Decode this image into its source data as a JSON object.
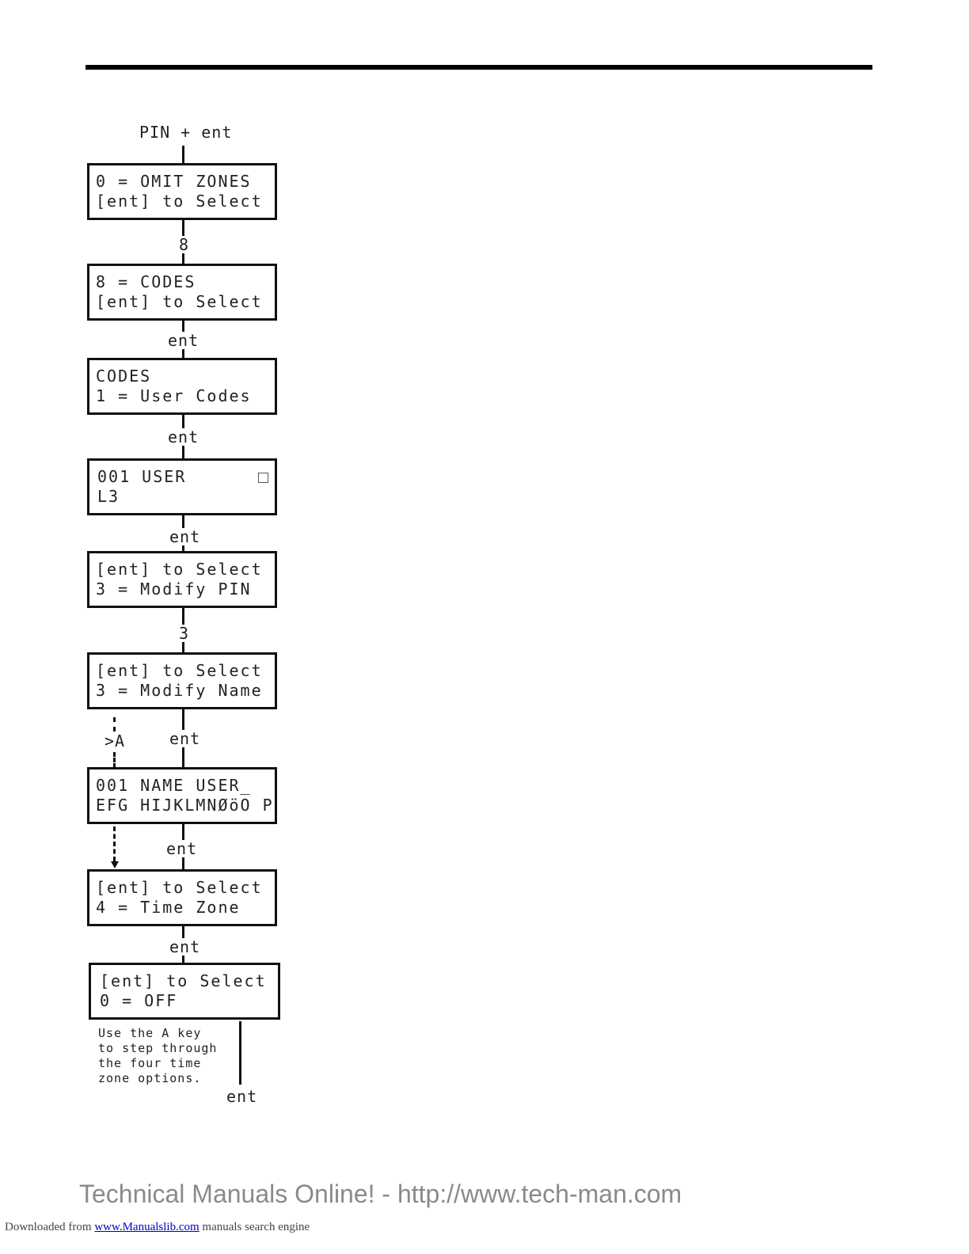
{
  "top_label": "PIN + ent",
  "boxes": [
    {
      "line1": "0 = OMIT ZONES",
      "line2": "[ent] to Select"
    },
    {
      "line1": "8 = CODES",
      "line2": "[ent] to Select"
    },
    {
      "line1": "CODES",
      "line2": "1 = User Codes"
    },
    {
      "line1": "001 USER",
      "line2": "L3"
    },
    {
      "line1": "[ent] to Select",
      "line2": "3 = Modify PIN"
    },
    {
      "line1": "[ent] to Select",
      "line2": "3 = Modify Name"
    },
    {
      "line1": "001 NAME USER_",
      "line2": "EFG HIJKLMNØöO P"
    },
    {
      "line1": "[ent] to Select",
      "line2": "4 = Time Zone"
    },
    {
      "line1": "[ent] to Select",
      "line2": "0 = OFF"
    }
  ],
  "keys": {
    "k1": "8",
    "k2": "ent",
    "k3": "ent",
    "k4": "ent",
    "k5": "3",
    "k6": "ent",
    "k6_alt": ">A",
    "k7": "ent",
    "k8": "ent",
    "k9": "ent"
  },
  "note": {
    "line1": "Use the A key",
    "line2": "to step through",
    "line3": "the four time",
    "line4": "zone options."
  },
  "footer": {
    "watermark": "Technical Manuals Online! - http://www.tech-man.com",
    "download_prefix": "Downloaded from",
    "download_link": "www.Manualslib.com",
    "download_suffix": "manuals search engine"
  }
}
